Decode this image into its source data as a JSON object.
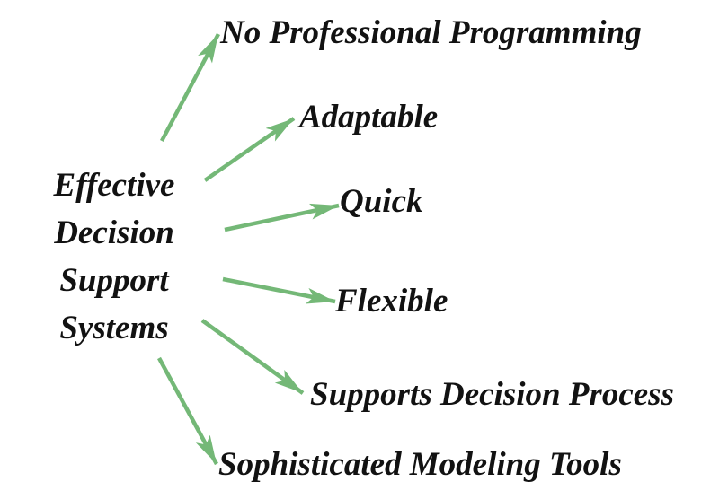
{
  "center_concept": {
    "lines": [
      "Effective",
      "Decision",
      "Support",
      "Systems"
    ]
  },
  "benefits": [
    {
      "label": "No Professional Programming"
    },
    {
      "label": "Adaptable"
    },
    {
      "label": "Quick"
    },
    {
      "label": "Flexible"
    },
    {
      "label": "Supports Decision Process"
    },
    {
      "label": "Sophisticated Modeling Tools"
    }
  ],
  "colors": {
    "arrow": "#74b877",
    "text": "#121212",
    "background": "#ffffff"
  }
}
